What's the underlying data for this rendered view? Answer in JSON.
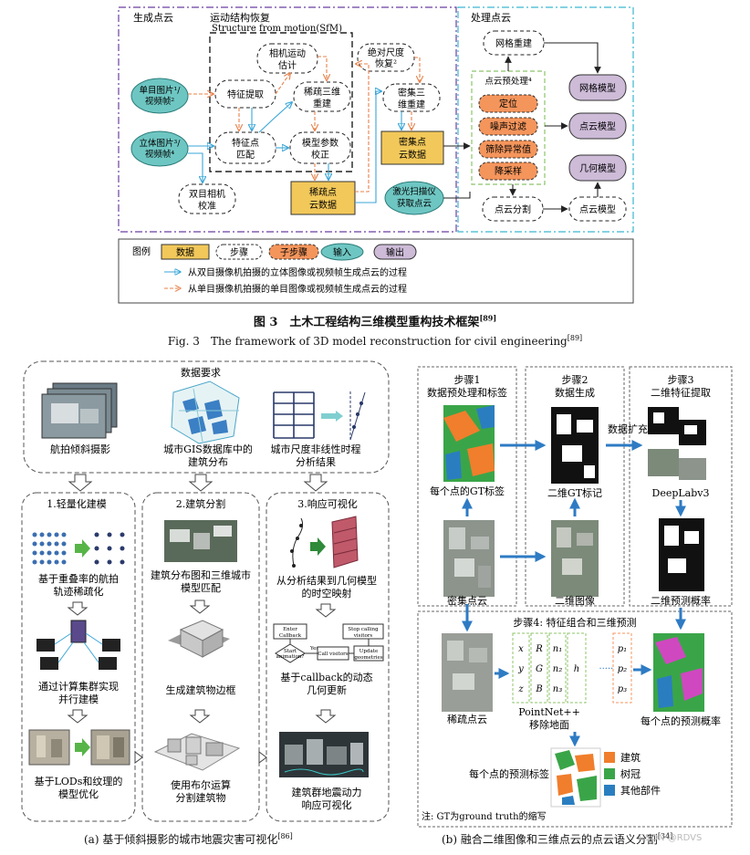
{
  "top": {
    "gen_cloud": "生成点云",
    "sfm_cn": "运动结构恢复",
    "sfm_en": "Structure from motion(SfM)",
    "process": "处理点云",
    "mono": [
      "单目图片¹/",
      "视频帧²"
    ],
    "stereo": [
      "立体图片³/",
      "视频帧⁴"
    ],
    "feature": "特征提取",
    "match": [
      "特征点",
      "匹配"
    ],
    "camera_est": [
      "相机运动",
      "估计"
    ],
    "sparse_recon": [
      "稀疏三维",
      "重建"
    ],
    "param_corr": [
      "模型参数",
      "校正"
    ],
    "sparse_data": [
      "稀疏点",
      "云数据"
    ],
    "stereo_cal": [
      "双目相机",
      "校准"
    ],
    "abs_scale": [
      "绝对尺度",
      "恢复²"
    ],
    "dense_recon": [
      "密集三",
      "维重建"
    ],
    "dense_data": [
      "密集点",
      "云数据"
    ],
    "laser": [
      "激光扫描仪",
      "获取点云"
    ],
    "mesh": "网格重建",
    "pre": "点云预处理⁴",
    "locate": "定位",
    "denoise": "噪声过滤",
    "outlier": "筛除异常值",
    "downsample": "降采样",
    "mesh_model": "网格模型",
    "pc_model": "点云模型",
    "geo_model": "几何模型",
    "seg": "点云分割",
    "pc_model2": "点云模型"
  },
  "legend": {
    "title": "图例",
    "data": "数据",
    "step": "步骤",
    "substep": "子步骤",
    "input": "输入",
    "output": "输出",
    "line1": "从双目摄像机拍摄的立体图像或视频帧生成点云的过程",
    "line2": "从单目摄像机拍摄的单目图像或视频帧生成点云的过程",
    "colors": {
      "data": "#f2c85a",
      "substep": "#f4955c",
      "input": "#6ec6c2",
      "output": "#cdbbd8",
      "blue_arrow": "#3aa6d8",
      "orange_arrow": "#e8824b"
    }
  },
  "fig3": {
    "cn": "图 3　土木工程结构三维模型重构技术框架",
    "cn_ref": "[89]",
    "en": "Fig. 3　The framework of 3D model reconstruction for civil engineering",
    "en_ref": "[89]"
  },
  "a": {
    "req": "数据要求",
    "photo": "航拍倾斜摄影",
    "gis": [
      "城市GIS数据库中的",
      "建筑分布"
    ],
    "nl": [
      "城市尺度非线性时程",
      "分析结果"
    ],
    "col1_title": "1.轻量化建模",
    "col1_t1": [
      "基于重叠率的航拍",
      "轨迹稀疏化"
    ],
    "col1_t2": [
      "通过计算集群实现",
      "并行建模"
    ],
    "col1_t3": [
      "基于LODs和纹理的",
      "模型优化"
    ],
    "col2_title": "2.建筑分割",
    "col2_t1": [
      "建筑分布图和三维城市",
      "模型匹配"
    ],
    "col2_t2": "生成建筑物边框",
    "col2_t3": [
      "使用布尔运算",
      "分割建筑物"
    ],
    "col3_title": "3.响应可视化",
    "col3_t1": [
      "从分析结果到几何模型",
      "的时空映射"
    ],
    "col3_t2": [
      "基于callback的动态",
      "几何更新"
    ],
    "col3_t3": [
      "建筑群地震动力",
      "响应可视化"
    ],
    "flow": {
      "enter": "Enter",
      "callback": "Callback",
      "stop": "Stop calling",
      "visitors": "visitors",
      "start": "Start",
      "animation": "animation?",
      "yes": "Yes",
      "call": "Call visitors",
      "update": "Update",
      "geometries": "geometries"
    },
    "caption": "(a) 基于倾斜摄影的城市地震灾害可视化",
    "caption_ref": "[86]"
  },
  "b": {
    "s1": [
      "步骤1",
      "数据预处理和标签"
    ],
    "s2": [
      "步骤2",
      "数据生成"
    ],
    "s3": [
      "步骤3",
      "二维特征提取"
    ],
    "gt_label": "每个点的GT标签",
    "dense": "密集点云",
    "gt2d": "二维GT标记",
    "img2d": "二维图像",
    "augment": "数据扩充",
    "deeplab": "DeepLabv3",
    "prob2d": "二维预测概率",
    "s4": "步骤4: 特征组合和三维预测",
    "sparse": "稀疏点云",
    "vec1": [
      "x",
      "y",
      "z"
    ],
    "vec2": [
      "R",
      "G",
      "B"
    ],
    "vec3": [
      "n₁",
      "n₂",
      "n₃"
    ],
    "vec4": "h",
    "vec5": [
      "p₁",
      "p₂",
      "p₃"
    ],
    "dots": "······",
    "pointnet": "PointNet++",
    "remove": "移除地面",
    "prob_each": "每个点的预测概率",
    "label_each": "每个点的预测标签",
    "leg_build": "建筑",
    "leg_tree": "树冠",
    "leg_other": "其他部件",
    "note": "注: GT为ground truth的缩写",
    "caption": "(b) 融合二维图像和三维点云的点云语义分割",
    "caption_ref": "[34]",
    "watermark": "CSDN @RDVS",
    "colors": {
      "building": "#f07e2c",
      "tree": "#3aa548",
      "other": "#2a7ec0"
    }
  }
}
